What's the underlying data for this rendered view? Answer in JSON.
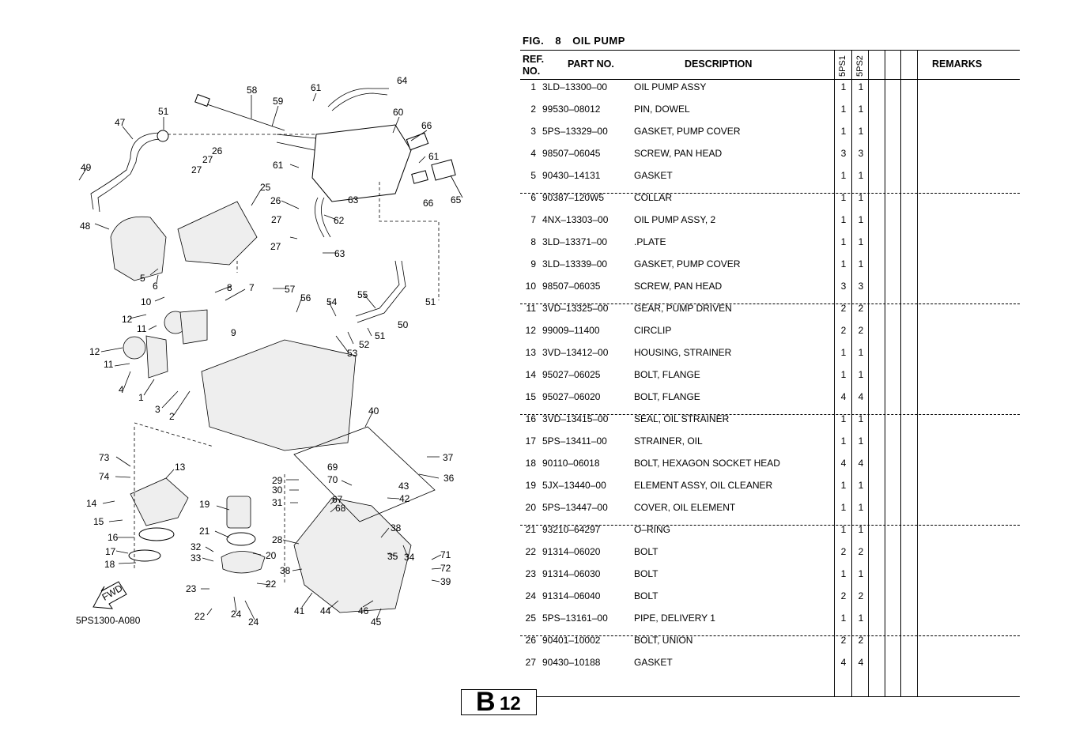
{
  "figure": {
    "fig_label": "FIG.",
    "fig_number": "8",
    "title": "OIL PUMP"
  },
  "diagram": {
    "code": "5PS1300-A080",
    "fwd_label": "FWD",
    "callouts": [
      "58",
      "61",
      "64",
      "59",
      "60",
      "51",
      "47",
      "66",
      "61",
      "26",
      "27",
      "49",
      "27",
      "61",
      "65",
      "66",
      "25",
      "26",
      "63",
      "62",
      "27",
      "48",
      "27",
      "63",
      "5",
      "6",
      "8",
      "7",
      "57",
      "56",
      "54",
      "55",
      "51",
      "10",
      "12",
      "11",
      "9",
      "52",
      "50",
      "51",
      "53",
      "12",
      "11",
      "4",
      "1",
      "3",
      "2",
      "40",
      "73",
      "13",
      "37",
      "74",
      "29",
      "69",
      "36",
      "30",
      "70",
      "43",
      "14",
      "31",
      "67",
      "42",
      "15",
      "19",
      "68",
      "16",
      "21",
      "38",
      "32",
      "28",
      "17",
      "33",
      "20",
      "35",
      "34",
      "71",
      "18",
      "38",
      "72",
      "22",
      "39",
      "23",
      "41",
      "44",
      "46",
      "22",
      "24",
      "24",
      "45"
    ]
  },
  "table": {
    "headers": {
      "ref": "REF. NO.",
      "part_no": "PART NO.",
      "description": "DESCRIPTION",
      "model1": "5PS1",
      "model2": "5PS2",
      "remarks": "REMARKS"
    },
    "rows": [
      {
        "ref": "1",
        "part": "3LD–13300–00",
        "desc": "OIL PUMP ASSY",
        "q1": "1",
        "q2": "1"
      },
      {
        "ref": "2",
        "part": "99530–08012",
        "desc": "PIN, DOWEL",
        "q1": "1",
        "q2": "1"
      },
      {
        "ref": "3",
        "part": "5PS–13329–00",
        "desc": "GASKET, PUMP COVER",
        "q1": "1",
        "q2": "1"
      },
      {
        "ref": "4",
        "part": "98507–06045",
        "desc": "SCREW, PAN HEAD",
        "q1": "3",
        "q2": "3"
      },
      {
        "ref": "5",
        "part": "90430–14131",
        "desc": "GASKET",
        "q1": "1",
        "q2": "1"
      },
      {
        "ref": "6",
        "part": "90387–120W5",
        "desc": "COLLAR",
        "q1": "1",
        "q2": "1"
      },
      {
        "ref": "7",
        "part": "4NX–13303–00",
        "desc": "OIL PUMP ASSY, 2",
        "q1": "1",
        "q2": "1"
      },
      {
        "ref": "8",
        "part": "3LD–13371–00",
        "desc": ".PLATE",
        "q1": "1",
        "q2": "1"
      },
      {
        "ref": "9",
        "part": "3LD–13339–00",
        "desc": "GASKET, PUMP COVER",
        "q1": "1",
        "q2": "1"
      },
      {
        "ref": "10",
        "part": "98507–06035",
        "desc": "SCREW, PAN HEAD",
        "q1": "3",
        "q2": "3"
      },
      {
        "ref": "11",
        "part": "3VD–13325–00",
        "desc": "GEAR, PUMP DRIVEN",
        "q1": "2",
        "q2": "2"
      },
      {
        "ref": "12",
        "part": "99009–11400",
        "desc": "CIRCLIP",
        "q1": "2",
        "q2": "2"
      },
      {
        "ref": "13",
        "part": "3VD–13412–00",
        "desc": "HOUSING, STRAINER",
        "q1": "1",
        "q2": "1"
      },
      {
        "ref": "14",
        "part": "95027–06025",
        "desc": "BOLT, FLANGE",
        "q1": "1",
        "q2": "1"
      },
      {
        "ref": "15",
        "part": "95027–06020",
        "desc": "BOLT, FLANGE",
        "q1": "4",
        "q2": "4"
      },
      {
        "ref": "16",
        "part": "3VD–13415–00",
        "desc": "SEAL, OIL STRAINER",
        "q1": "1",
        "q2": "1"
      },
      {
        "ref": "17",
        "part": "5PS–13411–00",
        "desc": "STRAINER, OIL",
        "q1": "1",
        "q2": "1"
      },
      {
        "ref": "18",
        "part": "90110–06018",
        "desc": "BOLT, HEXAGON SOCKET HEAD",
        "q1": "4",
        "q2": "4"
      },
      {
        "ref": "19",
        "part": "5JX–13440–00",
        "desc": "ELEMENT ASSY, OIL CLEANER",
        "q1": "1",
        "q2": "1"
      },
      {
        "ref": "20",
        "part": "5PS–13447–00",
        "desc": "COVER, OIL ELEMENT",
        "q1": "1",
        "q2": "1"
      },
      {
        "ref": "21",
        "part": "93210–64297",
        "desc": "O–RING",
        "q1": "1",
        "q2": "1"
      },
      {
        "ref": "22",
        "part": "91314–06020",
        "desc": "BOLT",
        "q1": "2",
        "q2": "2"
      },
      {
        "ref": "23",
        "part": "91314–06030",
        "desc": "BOLT",
        "q1": "1",
        "q2": "1"
      },
      {
        "ref": "24",
        "part": "91314–06040",
        "desc": "BOLT",
        "q1": "2",
        "q2": "2"
      },
      {
        "ref": "25",
        "part": "5PS–13161–00",
        "desc": "PIPE, DELIVERY 1",
        "q1": "1",
        "q2": "1"
      },
      {
        "ref": "26",
        "part": "90401–10002",
        "desc": "BOLT, UNION",
        "q1": "2",
        "q2": "2"
      },
      {
        "ref": "27",
        "part": "90430–10188",
        "desc": "GASKET",
        "q1": "4",
        "q2": "4"
      }
    ]
  },
  "page_badge": {
    "letter": "B",
    "number": "12"
  }
}
